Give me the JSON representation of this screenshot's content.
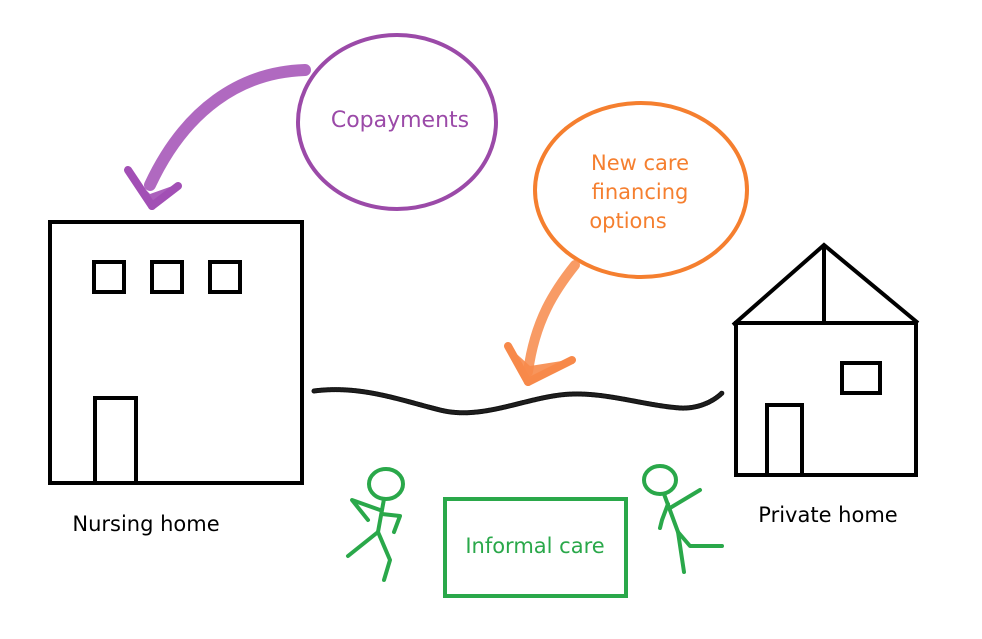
{
  "labels": {
    "copayments": "Copayments",
    "new_care_line1": "New care",
    "new_care_line2": "financing",
    "new_care_line3": "options",
    "nursing_home": "Nursing home",
    "private_home": "Private home",
    "informal_care": "Informal care"
  },
  "colors": {
    "ink": "#000000",
    "copayments": "#9b4aa8",
    "new_care": "#f57f2f",
    "informal_care": "#2aa84a",
    "arrow_copay": "#a24fb5",
    "arrow_newcare": "#f7894a"
  }
}
